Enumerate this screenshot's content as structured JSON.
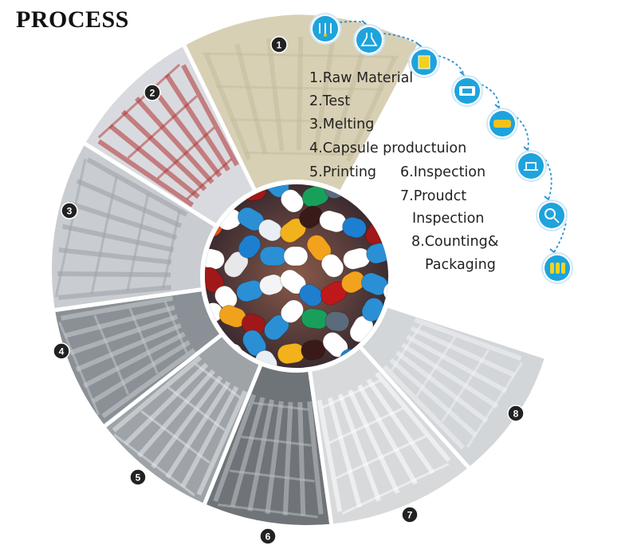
{
  "title": "PROCESS",
  "steps": [
    "1.Raw Material",
    "2.Test",
    "3.Melting",
    "4.Capsule productuion",
    "5.Printing",
    "6.Inspection",
    "7.Proudct",
    "Inspection",
    "8.Counting&",
    "Packaging"
  ],
  "segment_numbers": [
    "1",
    "2",
    "3",
    "4",
    "5",
    "6",
    "7",
    "8"
  ],
  "icons": [
    "test-tubes-icon",
    "flask-icon",
    "beaker-icon",
    "machine-icon",
    "capsule-tray-icon",
    "printer-icon",
    "magnifier-icon",
    "capsule-bottles-icon"
  ],
  "colors": {
    "icon_blue": "#1ea3dd",
    "arrow_blue": "#2a8fd4",
    "badge": "#222222"
  }
}
